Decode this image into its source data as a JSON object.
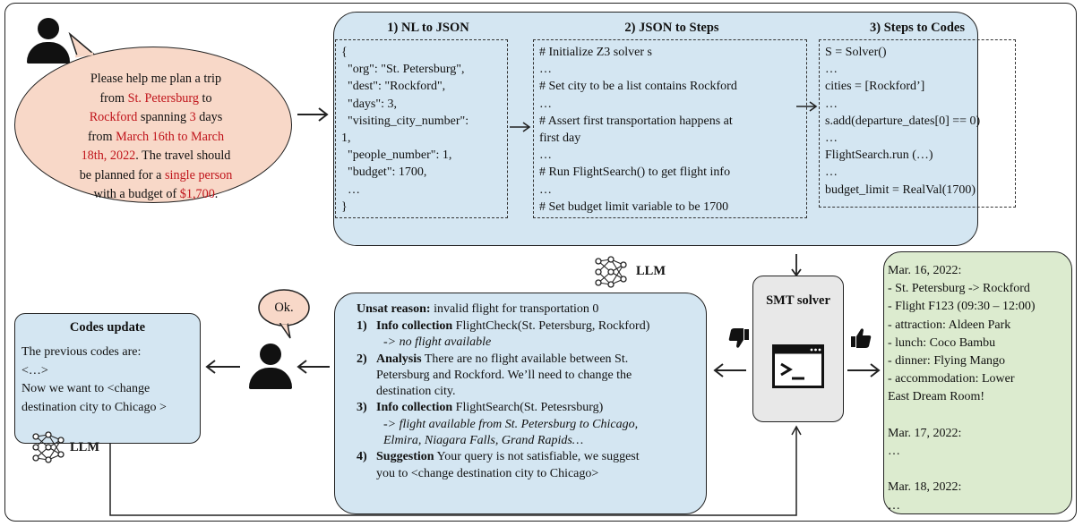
{
  "user_request": {
    "lines": [
      [
        {
          "t": "Please help me plan a trip"
        }
      ],
      [
        {
          "t": "from "
        },
        {
          "t": "St. Petersburg",
          "r": true
        },
        {
          "t": " to"
        }
      ],
      [
        {
          "t": "Rockford",
          "r": true
        },
        {
          "t": " spanning "
        },
        {
          "t": "3",
          "r": true
        },
        {
          "t": " days"
        }
      ],
      [
        {
          "t": "from "
        },
        {
          "t": "March 16th to March",
          "r": true
        }
      ],
      [
        {
          "t": "18th, 2022",
          "r": true
        },
        {
          "t": ". The travel should"
        }
      ],
      [
        {
          "t": "be planned for a "
        },
        {
          "t": "single person",
          "r": true
        }
      ],
      [
        {
          "t": "with a budget of "
        },
        {
          "t": "$1,700",
          "r": true
        },
        {
          "t": "."
        }
      ]
    ]
  },
  "steps": {
    "nl_to_json": {
      "title": "1) NL to JSON",
      "lines": [
        "{",
        "  \"org\": \"St. Petersburg\",",
        "  \"dest\": \"Rockford\",",
        "  \"days\": 3,",
        "  \"visiting_city_number\":",
        "1,",
        "  \"people_number\": 1,",
        "  \"budget\": 1700,",
        "  …",
        "}"
      ]
    },
    "json_to_steps": {
      "title": "2) JSON to Steps",
      "lines": [
        "# Initialize Z3 solver s",
        "…",
        "# Set city to be a list contains Rockford",
        "…",
        "# Assert first transportation happens at",
        "first day",
        "…",
        "# Run FlightSearch() to get flight info",
        "…",
        "# Set budget limit variable to be 1700"
      ]
    },
    "steps_to_codes": {
      "title": "3) Steps to Codes",
      "lines": [
        "S = Solver()",
        "…",
        "cities = [Rockford’]",
        "…",
        "s.add(departure_dates[0] == 0)",
        "…",
        "FlightSearch.run (…)",
        "…",
        "budget_limit = RealVal(1700)"
      ]
    }
  },
  "llm_label": "LLM",
  "ok_bubble": "Ok.",
  "codes_update": {
    "title": "Codes update",
    "lines": [
      "The previous codes are:",
      "<…>",
      "Now we want to <change",
      "destination city to Chicago >"
    ]
  },
  "unsat": {
    "reason_label": "Unsat reason:",
    "reason_text": " invalid flight for transportation 0",
    "items": [
      {
        "num": "1)",
        "label": "Info collection",
        "text": " FlightCheck(St. Petersburg, Rockford)",
        "sub": [
          "-> no flight available"
        ]
      },
      {
        "num": "2)",
        "label": "Analysis",
        "text": " There are no flight available between St.",
        "cont": [
          "Petersburg and Rockford. We’ll need to change the",
          "destination city."
        ]
      },
      {
        "num": "3)",
        "label": "Info collection",
        "text": " FlightSearch(St. Petesrsburg)",
        "sub": [
          "-> flight available from St. Petersburg to Chicago,",
          "Elmira, Niagara Falls, Grand Rapids…"
        ]
      },
      {
        "num": "4)",
        "label": "Suggestion",
        "text": " Your query is not satisfiable, we suggest",
        "cont": [
          "you to <change destination city to Chicago>"
        ]
      }
    ]
  },
  "smt_label": "SMT solver",
  "plan": {
    "lines": [
      "Mar. 16, 2022:",
      "- St. Petersburg -> Rockford",
      "- Flight F123 (09:30 – 12:00)",
      "- attraction: Aldeen Park",
      "- lunch: Coco Bambu",
      "- dinner: Flying Mango",
      "- accommodation: Lower",
      "East Dream Room!",
      "",
      "Mar. 17, 2022:",
      "…",
      "",
      "Mar. 18, 2022:",
      "…"
    ]
  }
}
